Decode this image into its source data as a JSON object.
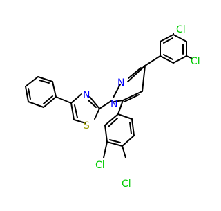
{
  "molecule": {
    "colors": {
      "carbon": "#000000",
      "nitrogen": "#0000ff",
      "sulfur": "#999900",
      "chlorine": "#00cc00"
    },
    "atom_labels": {
      "cl_top_upper": "Cl",
      "cl_top_right": "Cl",
      "n_pyrazole_2": "N",
      "n_pyrazole_1": "N",
      "n_thiazole": "N",
      "s_thiazole": "S",
      "cl_bottom_upper": "Cl",
      "cl_bottom_lower": "Cl"
    }
  }
}
